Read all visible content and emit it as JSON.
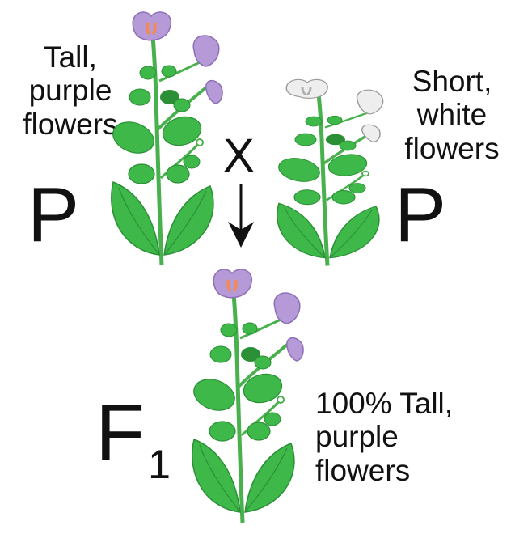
{
  "parents": {
    "left": {
      "generation": "P",
      "lines": [
        "Tall,",
        "purple",
        "flowers"
      ]
    },
    "right": {
      "generation": "P",
      "lines": [
        "Short,",
        "white",
        "flowers"
      ]
    }
  },
  "cross_symbol": "X",
  "offspring": {
    "generation": "F",
    "generation_subscript": "1",
    "lines": [
      "100% Tall,",
      "purple",
      "flowers"
    ]
  },
  "colors": {
    "leaf": "#3fb84a",
    "leaf_dark": "#2a8f35",
    "stem": "#48b04c",
    "purple_flower": "#b69ad8",
    "white_flower": "#eeeeee",
    "stamen": "#f08a5a"
  }
}
